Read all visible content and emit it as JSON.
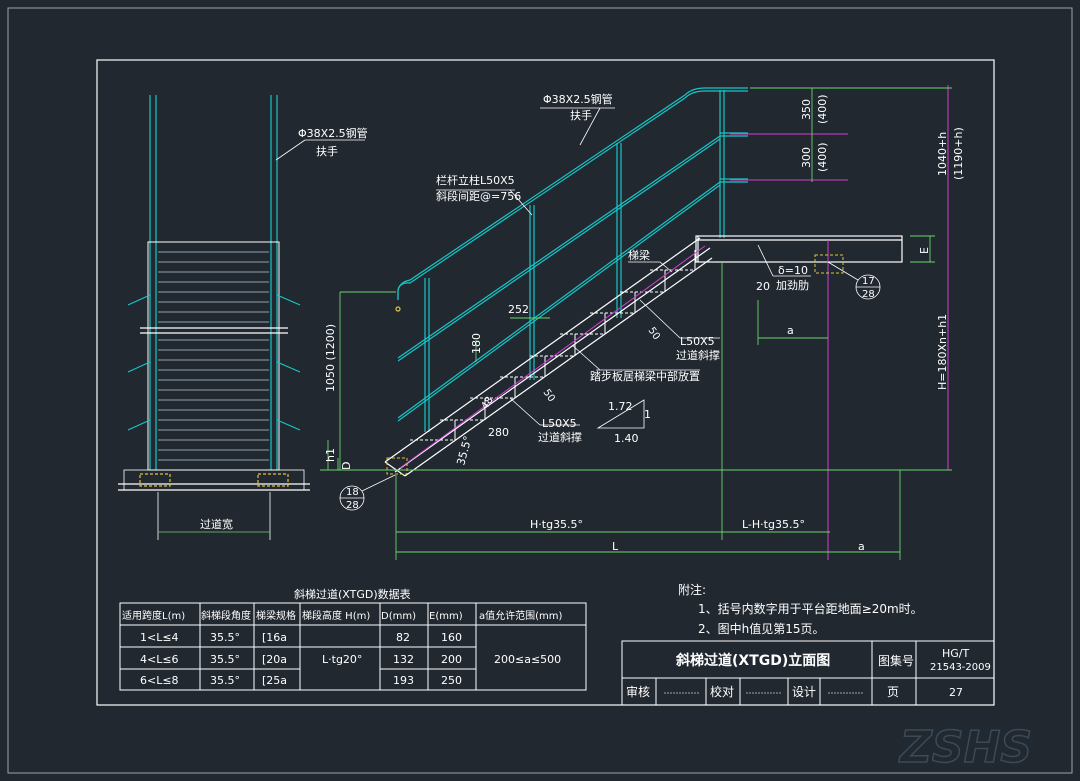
{
  "side_view": {
    "handrail_label": "Φ38X2.5钢管",
    "handrail_sub": "扶手",
    "width_label": "过道宽"
  },
  "elevation": {
    "handrail_label": "Φ38X2.5钢管",
    "handrail_sub": "扶手",
    "post_label": "栏杆立柱L50X5",
    "post_spacing": "斜段间距@=756",
    "beam_label": "梯梁",
    "step_center_note": "踏步板居梯梁中部放置",
    "brace_label": "L50X5",
    "brace_sub": "过道斜撑",
    "brace2_label": "L50X5",
    "brace2_sub": "过道斜撑",
    "plate_label": "δ=10",
    "plate_sub": "加劲肋",
    "dim_20": "20",
    "dim_252": "252",
    "dim_180": "180",
    "dim_280": "280",
    "dim_48": "48",
    "dim_50a": "50",
    "dim_50b": "50",
    "dim_1050": "1050 (1200)",
    "dim_h1": "h1",
    "dim_d": "D",
    "dim_angle": "35.5°",
    "dim_350": "350",
    "dim_400a": "(400)",
    "dim_300": "300",
    "dim_400b": "(400)",
    "dim_1040": "1040+h",
    "dim_1190": "(1190+h)",
    "dim_e": "E",
    "dim_hn": "H=180Xn+h1",
    "dim_a_top": "a",
    "dim_htg": "H·tg35.5°",
    "dim_lhtg": "L-H·tg35.5°",
    "dim_l": "L",
    "dim_a": "a",
    "slope_172": "1.72",
    "slope_1": "1",
    "slope_140": "1.40",
    "callout_17": "17",
    "callout_28a": "28",
    "callout_18": "18",
    "callout_28b": "28"
  },
  "table": {
    "title": "斜梯过道(XTGD)数据表",
    "headers": [
      "适用跨度L(m)",
      "斜梯段角度",
      "梯梁规格",
      "梯段高度 H(m)",
      "D(mm)",
      "E(mm)",
      "a值允许范围(mm)"
    ],
    "rows": [
      [
        "1<L≤4",
        "35.5°",
        "[16a",
        "82",
        "160"
      ],
      [
        "4<L≤6",
        "35.5°",
        "[20a",
        "132",
        "200"
      ],
      [
        "6<L≤8",
        "35.5°",
        "[25a",
        "193",
        "250"
      ]
    ],
    "merged_h": "L·tg20°",
    "merged_a": "200≤a≤500"
  },
  "notes": {
    "title": "附注:",
    "items": [
      "1、括号内数字用于平台距地面≥20m时。",
      "2、图中h值见第15页。"
    ]
  },
  "title_block": {
    "drawing_title": "斜梯过道(XTGD)立面图",
    "atlas_label": "图集号",
    "atlas_no": "HG/T",
    "atlas_no2": "21543-2009",
    "review": "审核",
    "check": "校对",
    "design": "设计",
    "page_label": "页",
    "page_no": "27"
  },
  "watermark": "ZSHS"
}
